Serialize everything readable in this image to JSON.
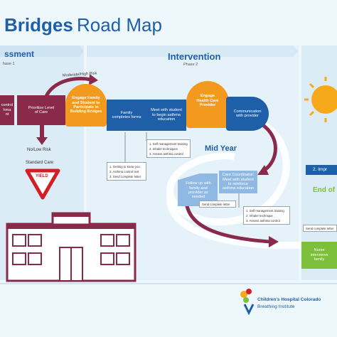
{
  "title": {
    "brand": "Bridges",
    "rest": "Road Map"
  },
  "phases": {
    "assessment": {
      "title": "ssment",
      "sub": "hase 1"
    },
    "intervention": {
      "title": "Intervention",
      "sub": "Phase 2"
    }
  },
  "labels": {
    "moderate_high": "Moderate/High Risk",
    "no_low": "No/Low Risk",
    "standard_care": "Standard Care",
    "yield": "YIELD",
    "mid_year": "Mid Year",
    "end_of": "End of",
    "improve": "2. Impr"
  },
  "boxes": {
    "control": "control\nhma\nnt",
    "prioritize": "Prioritize Level\nof Care",
    "engage_family": "Engage Family\nand Student to\nParticipate in\nBuilding Bridges",
    "family_forms": "Family\ncompletes forms",
    "meet_student": "Meet with student\nto begin asthma\neducation",
    "engage_hcp": "Engage\nHealth Care\nProvider",
    "communication": "Communication\nwith provider",
    "follow_up": "Follow up with\nfamily and\nprovider as\nneeded",
    "care_coordinator": "Care Coordinator:\nMeet with student\nto reinforce\nasthma education",
    "nurse": "Nurse\ninterviews\nfamily"
  },
  "lists": {
    "self_mgmt_1": [
      "1. Self management training",
      "2. Inhaler techniques",
      "3. Assess asthma control"
    ],
    "settings": [
      "1. Getting to know you",
      "2. Asthma control test",
      "3. Send complete letter"
    ],
    "self_mgmt_2": [
      "1. Self management training",
      "2. Inhaler technique",
      "3. Assess asthma control"
    ]
  },
  "notes": {
    "send_complete": "Send complete letter",
    "send_complete_right": "Send complete letter"
  },
  "footer": {
    "org_line1": "Children's Hospital Colorado",
    "org_line2": "Breathing Institute"
  },
  "colors": {
    "blue": "#1f5fa8",
    "orange": "#f39a1e",
    "maroon": "#8a2a4b",
    "green": "#7bbf3a",
    "light_blue": "#8fb9e3",
    "sun": "#f7a81b",
    "bg": "#eef7fb"
  }
}
